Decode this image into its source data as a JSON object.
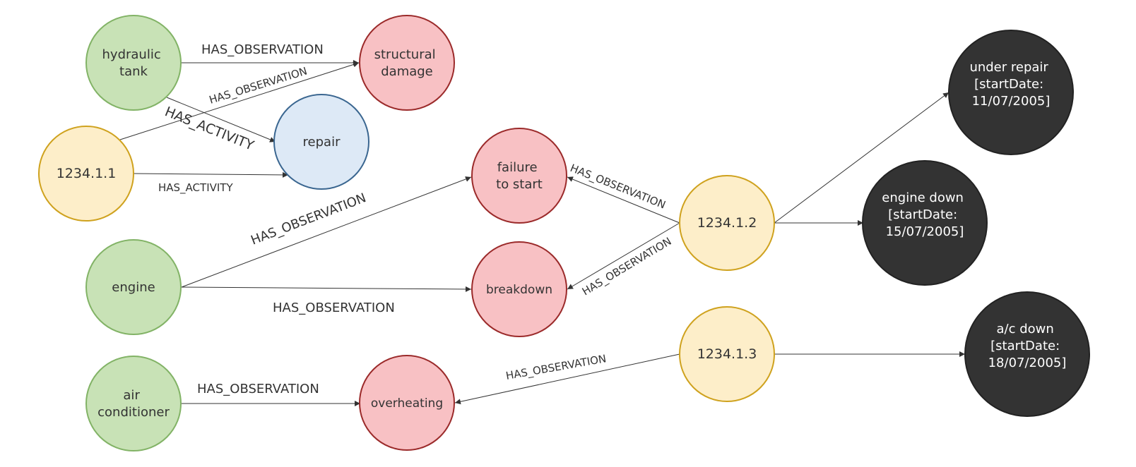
{
  "colors": {
    "green_fill": "#c8e2b6",
    "green_stroke": "#82b366",
    "red_fill": "#f8c1c4",
    "red_stroke": "#9b2a2a",
    "blue_fill": "#dde9f6",
    "blue_stroke": "#3a6690",
    "yellow_fill": "#fdeec9",
    "yellow_stroke": "#cfa21e",
    "dark_fill": "#333333",
    "dark_stroke": "#222222",
    "edge": "#333333"
  },
  "nodes": {
    "hydraulic_tank": [
      "hydraulic",
      "tank"
    ],
    "structural_damage": [
      "structural",
      "damage"
    ],
    "repair": [
      "repair"
    ],
    "task_1234_1_1": [
      "1234.1.1"
    ],
    "engine": [
      "engine"
    ],
    "failure_to_start": [
      "failure",
      "to start"
    ],
    "breakdown": [
      "breakdown"
    ],
    "task_1234_1_2": [
      "1234.1.2"
    ],
    "task_1234_1_3": [
      "1234.1.3"
    ],
    "air_conditioner": [
      "air",
      "conditioner"
    ],
    "overheating": [
      "overheating"
    ],
    "under_repair": [
      "under repair",
      "",
      "[startDate:",
      "11/07/2005]"
    ],
    "engine_down": [
      "engine down",
      "",
      "[startDate:",
      "15/07/2005]"
    ],
    "ac_down": [
      "a/c down",
      "",
      "[startDate:",
      "18/07/2005]"
    ]
  },
  "edges": {
    "e1": "HAS_OBSERVATION",
    "e2": "HAS_OBSERVATION",
    "e3": "HAS_ACTIVITY",
    "e4": "HAS_ACTIVITY",
    "e5": "HAS_OBSERVATION",
    "e6": "HAS_OBSERVATION",
    "e7": "HAS_OBSERVATION",
    "e8": "HAS_OBSERVATION",
    "e9": "HAS_OBSERVATION",
    "e10": "HAS_OBSERVATION"
  }
}
